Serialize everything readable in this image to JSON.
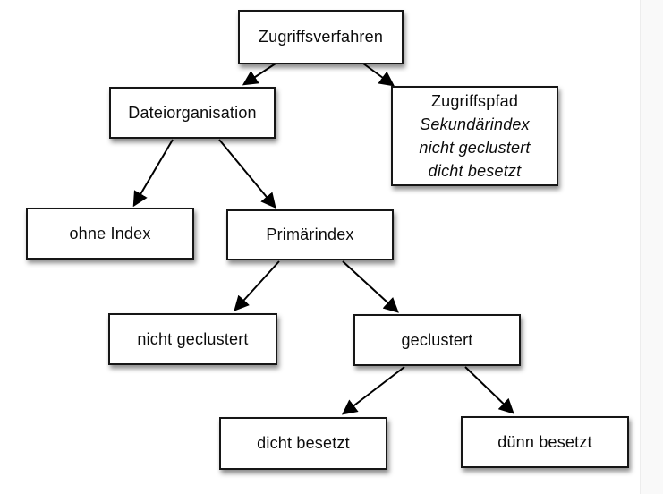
{
  "diagram": {
    "nodes": [
      {
        "id": "zugriffsverfahren",
        "label": "Zugriffsverfahren"
      },
      {
        "id": "dateiorganisation",
        "label": "Dateiorganisation"
      },
      {
        "id": "zugriffspfad",
        "lines": [
          "Zugriffspfad",
          "Sekundärindex",
          "nicht geclustert",
          "dicht besetzt"
        ]
      },
      {
        "id": "ohne-index",
        "label": "ohne Index"
      },
      {
        "id": "primaerindex",
        "label": "Primärindex"
      },
      {
        "id": "nicht-geclustert",
        "label": "nicht geclustert"
      },
      {
        "id": "geclustert",
        "label": "geclustert"
      },
      {
        "id": "dicht-besetzt",
        "label": "dicht besetzt"
      },
      {
        "id": "duenn-besetzt",
        "label": "dünn besetzt"
      }
    ],
    "edges": [
      {
        "from": "zugriffsverfahren",
        "to": "dateiorganisation"
      },
      {
        "from": "zugriffsverfahren",
        "to": "zugriffspfad"
      },
      {
        "from": "dateiorganisation",
        "to": "ohne-index"
      },
      {
        "from": "dateiorganisation",
        "to": "primaerindex"
      },
      {
        "from": "primaerindex",
        "to": "nicht-geclustert"
      },
      {
        "from": "primaerindex",
        "to": "geclustert"
      },
      {
        "from": "geclustert",
        "to": "dicht-besetzt"
      },
      {
        "from": "geclustert",
        "to": "duenn-besetzt"
      }
    ],
    "colors": {
      "box_fill": "#ffffff",
      "box_border": "#161616",
      "arrow": "#000000",
      "page_background": "#ffffff",
      "margin_strip": "#f9f9f9"
    }
  }
}
